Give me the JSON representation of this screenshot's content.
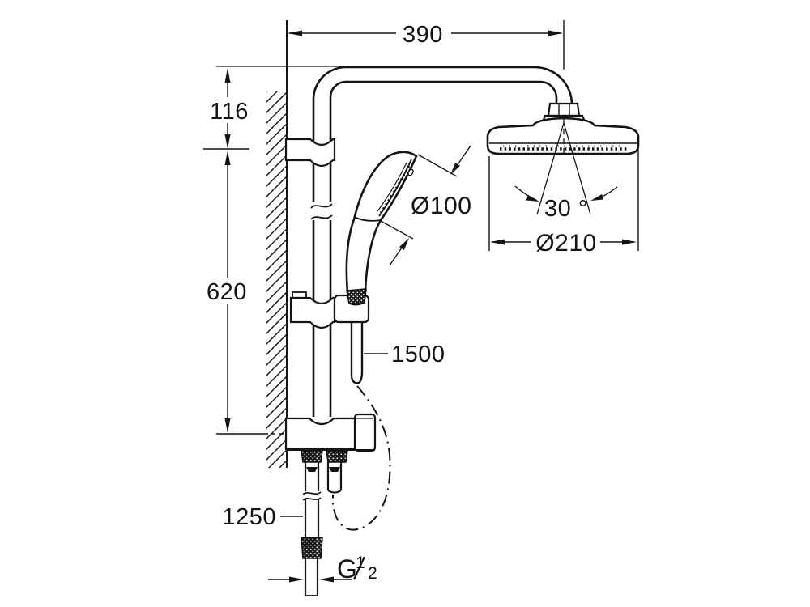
{
  "drawing": {
    "labels": {
      "arm_width": "390",
      "top_offset": "116",
      "rail_length": "620",
      "hand_shower_diameter": "Ø100",
      "head_shower_angle": "30 °",
      "head_shower_diameter": "Ø210",
      "shower_hose_length": "1500",
      "supply_hose_length": "1250",
      "thread_letter": "G",
      "thread_numerator": "1",
      "thread_denominator": "2"
    },
    "colors": {
      "line": "#141414",
      "background": "#ffffff"
    }
  }
}
